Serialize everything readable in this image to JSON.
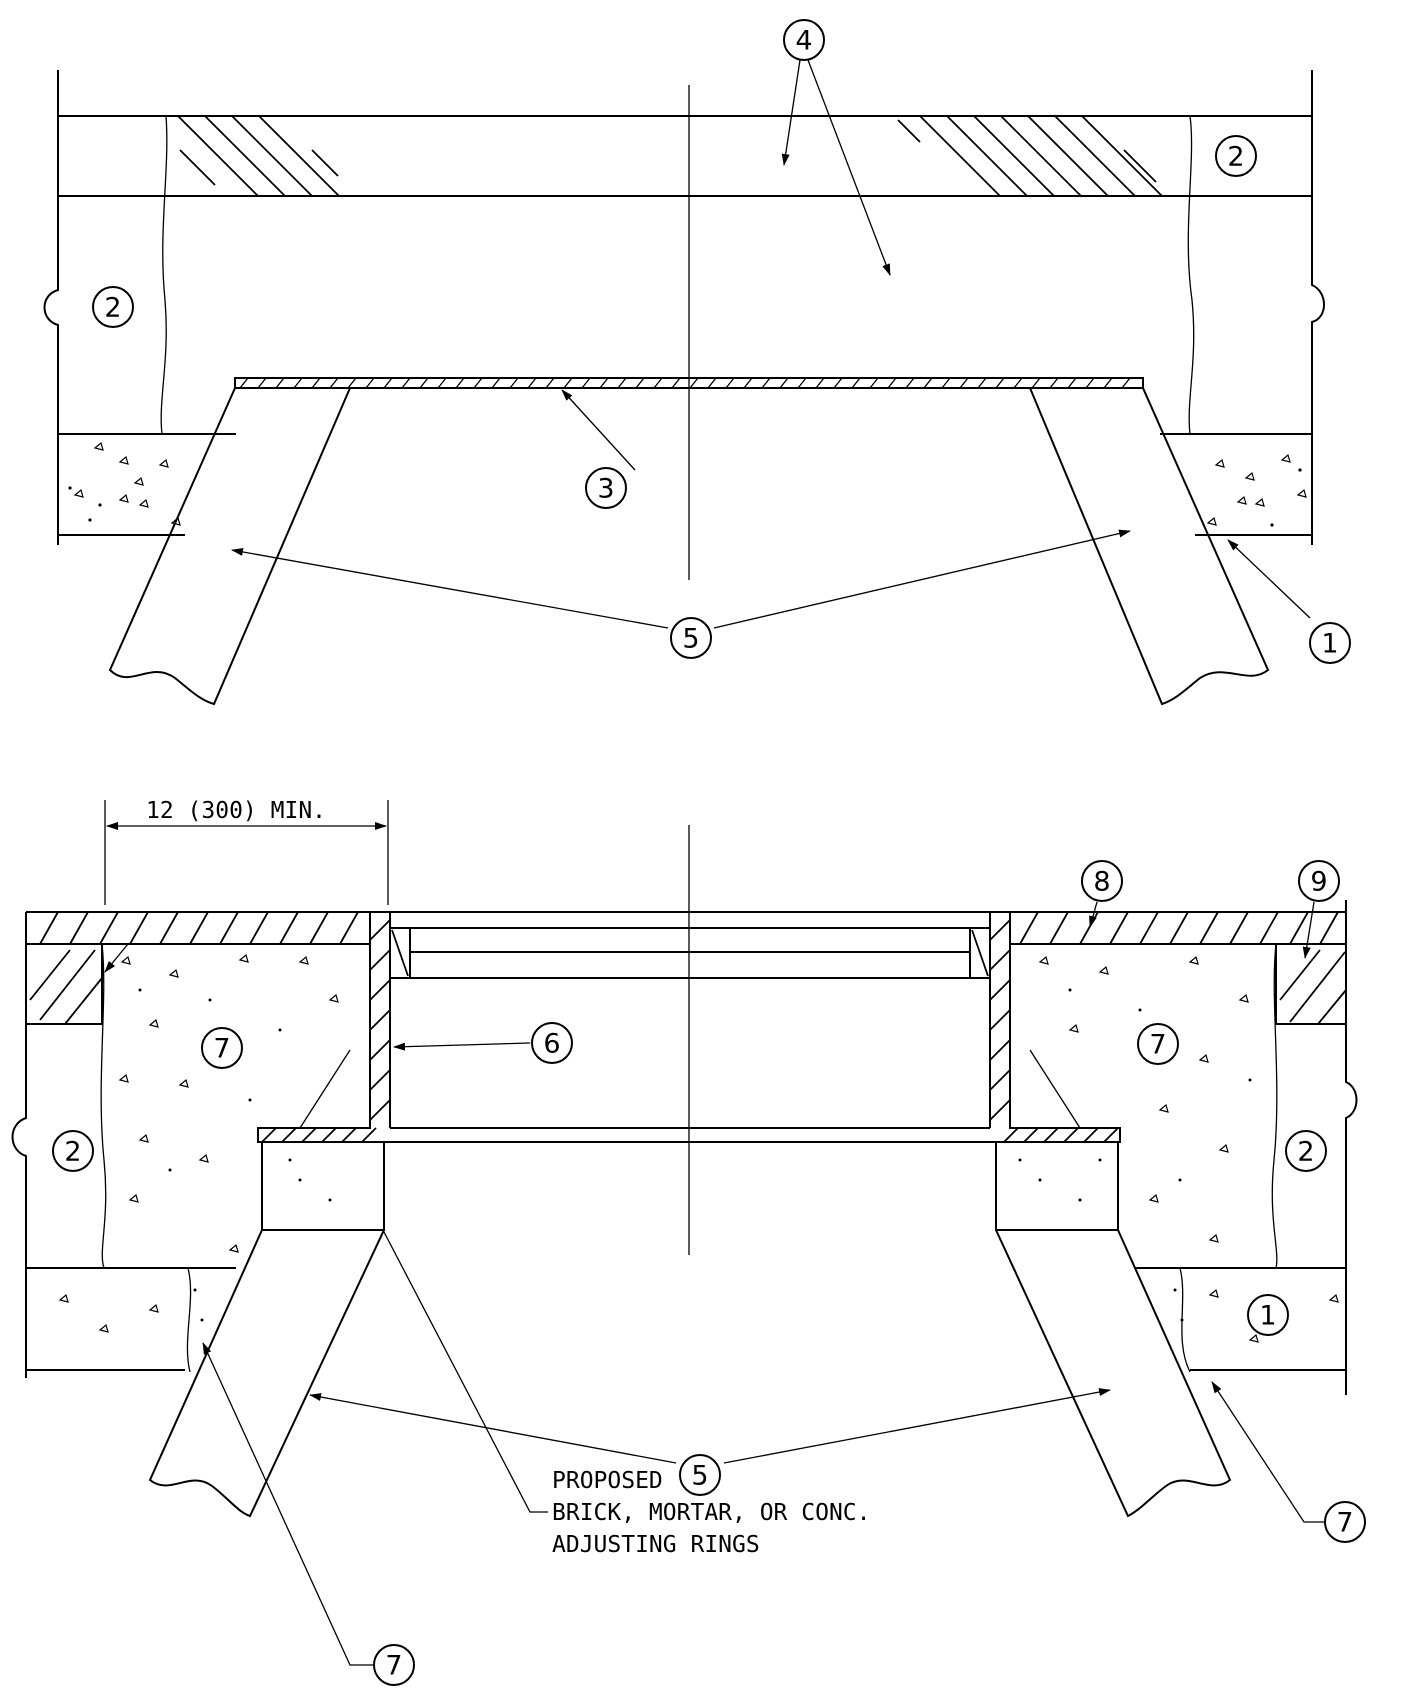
{
  "callouts": {
    "c1": "1",
    "c2": "2",
    "c3": "3",
    "c4": "4",
    "c5": "5",
    "c6": "6",
    "c7": "7",
    "c8": "8",
    "c9": "9"
  },
  "dimension": {
    "label": "12 (300) MIN."
  },
  "note": {
    "line1": "PROPOSED",
    "line2": "BRICK, MORTAR, OR CONC.",
    "line3": "ADJUSTING RINGS"
  },
  "colors": {
    "ink": "#000000",
    "paper": "#ffffff"
  }
}
